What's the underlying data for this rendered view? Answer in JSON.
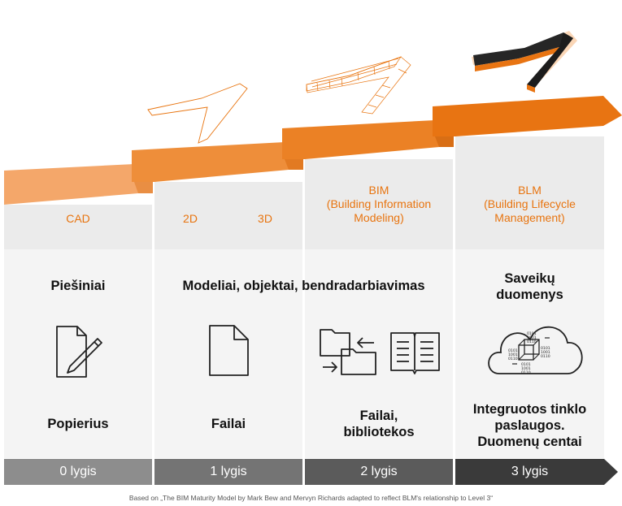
{
  "colors": {
    "orange_light": "#F4A76A",
    "orange": "#EE8E3A",
    "orange_dark": "#E87412",
    "orange_label": "#E8740F",
    "column_light": "#EBEBEB",
    "column_lighter": "#F4F4F4",
    "level_bar": [
      "#8D8D8D",
      "#747474",
      "#5B5B5B",
      "#3A3A3A"
    ],
    "dark_shape": "#1C1C1C"
  },
  "stages": [
    {
      "labels": [
        "CAD"
      ],
      "topic": "Piešiniai",
      "icon": "pencil-document-icon",
      "medium": "Popierius",
      "level": "0 lygis"
    },
    {
      "labels": [
        "2D",
        "3D"
      ],
      "topic": "Modeliai, objektai, bendradarbiavimas",
      "icon": "document-icon",
      "medium": "Failai",
      "level": "1 lygis"
    },
    {
      "labels": [
        "BIM",
        "(Building Information",
        "Modeling)"
      ],
      "icon": "folders-sync-icon",
      "icon2": "open-book-icon",
      "medium_lines": [
        "Failai,",
        "bibliotekos"
      ],
      "level": "2 lygis"
    },
    {
      "labels": [
        "BLM",
        "(Building Lifecycle",
        "Management)"
      ],
      "topic_lines": [
        "Saveikų",
        "duomenys"
      ],
      "icon": "cloud-data-icon",
      "medium_lines": [
        "Integruotos tinklo",
        "paslaugos.",
        "Duomenų centai"
      ],
      "level": "3 lygis"
    }
  ],
  "cloud_data": {
    "binary": [
      "0101",
      "1001",
      "0110",
      "0101",
      "1001",
      "0110",
      "0101",
      "1001",
      "0110",
      "0101",
      "1001",
      "0110"
    ]
  },
  "caption": "Based on „The BIM Maturity Model by Mark Bew and Mervyn Richards adapted to reflect BLM's relationship to Level 3“"
}
